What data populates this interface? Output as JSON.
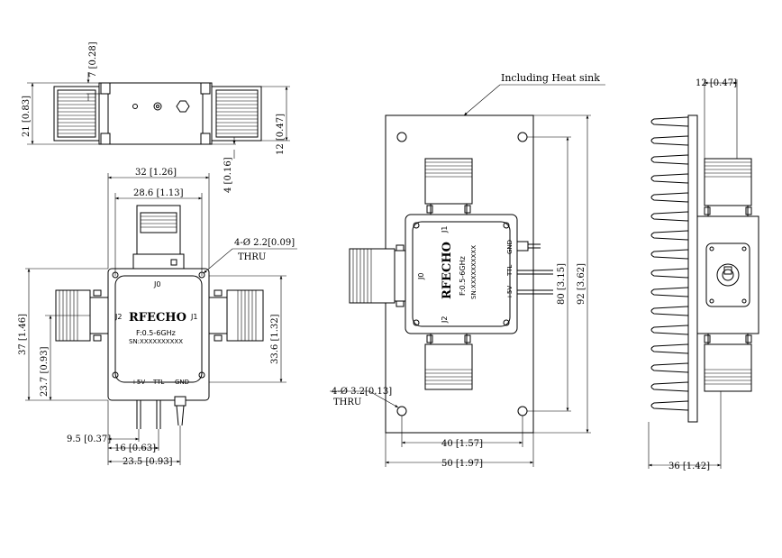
{
  "side_view": {
    "dim_height": "21 [0.83]",
    "dim_top": "7 [0.28]",
    "dim_conn": "12 [0.47]",
    "dim_offset": "4 [0.16]"
  },
  "top_view": {
    "dim_width": "32 [1.26]",
    "dim_inner_width": "28.6 [1.13]",
    "dim_holes": "4-Ø 2.2[0.09]",
    "dim_holes_thru": "THRU",
    "dim_height": "37 [1.46]",
    "dim_inner_height": "33.6 [1.32]",
    "dim_j2_offset": "23.7 [0.93]",
    "dim_pin1": "9.5 [0.37]",
    "dim_pin2": "16 [0.63]",
    "dim_pin3": "23.5 [0.93]",
    "labels": {
      "j0": "J0",
      "j1": "J1",
      "j2": "J2",
      "brand": "RFECHO",
      "freq": "F:0.5-6GHz",
      "sn": "SN:XXXXXXXXXX",
      "p5v": "+5V",
      "ttl": "TTL",
      "gnd": "GND"
    }
  },
  "heatsink_view": {
    "callout": "Including Heat sink",
    "dim_holes": "4-Ø 3.2[0.13]",
    "dim_holes_thru": "THRU",
    "dim_inner_height": "80 [3.15]",
    "dim_height": "92 [3.62]",
    "dim_inner_width": "40 [1.57]",
    "dim_width": "50 [1.97]",
    "labels": {
      "j0": "J0",
      "j1": "J1",
      "j2": "J2",
      "brand": "RFECHO",
      "freq": "F:0.5-6GHz",
      "sn": "SN:XXXXXXXXXX",
      "gnd": "GND",
      "ttl": "TTL",
      "p5v": "+5V"
    }
  },
  "end_view": {
    "dim_top": "12 [0.47]",
    "dim_width": "36 [1.42]"
  }
}
